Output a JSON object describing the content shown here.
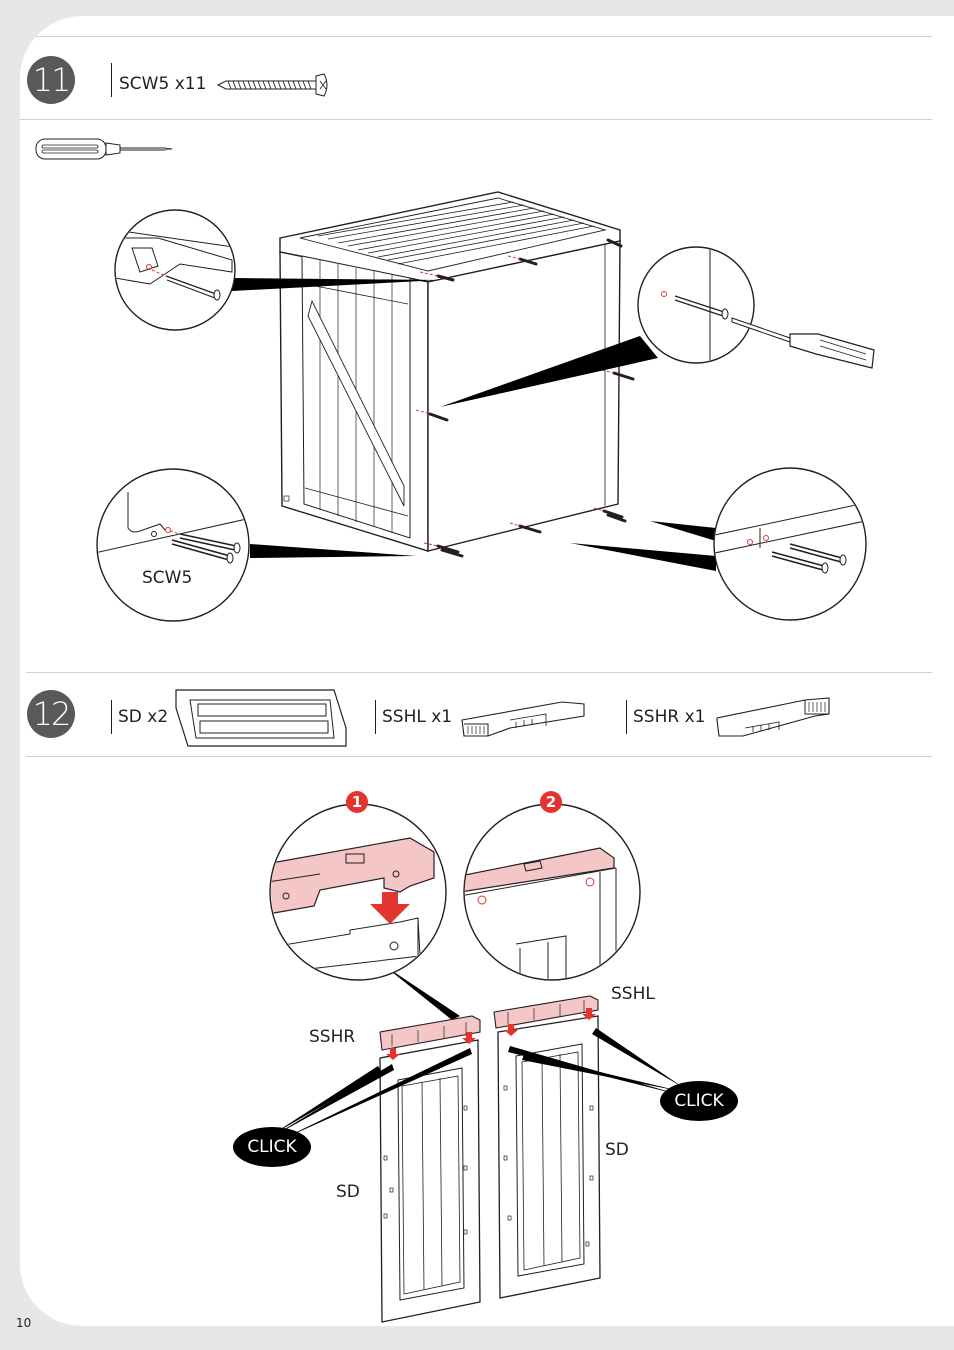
{
  "page_number": "10",
  "steps": [
    {
      "number": "11",
      "parts": [
        {
          "label": "SCW5 x11",
          "icon": "screw-icon"
        }
      ],
      "figure_labels": {
        "callout_scw5": "SCW5"
      },
      "tool": "screwdriver-icon"
    },
    {
      "number": "12",
      "parts": [
        {
          "label": "SD x2",
          "icon": "door-panel-icon"
        },
        {
          "label": "SSHL x1",
          "icon": "sshl-hinge-icon"
        },
        {
          "label": "SSHR x1",
          "icon": "sshr-hinge-icon"
        }
      ],
      "figure_labels": {
        "sshr": "SSHR",
        "sshl": "SSHL",
        "sd_left": "SD",
        "sd_right": "SD",
        "click_left": "CLICK",
        "click_right": "CLICK",
        "detail_1": "1",
        "detail_2": "2"
      }
    }
  ],
  "colors": {
    "accent_red": "#e3342f",
    "highlight_pink": "#f5c6c6",
    "badge_gray": "#58595b",
    "background_gray": "#e6e7e8"
  }
}
